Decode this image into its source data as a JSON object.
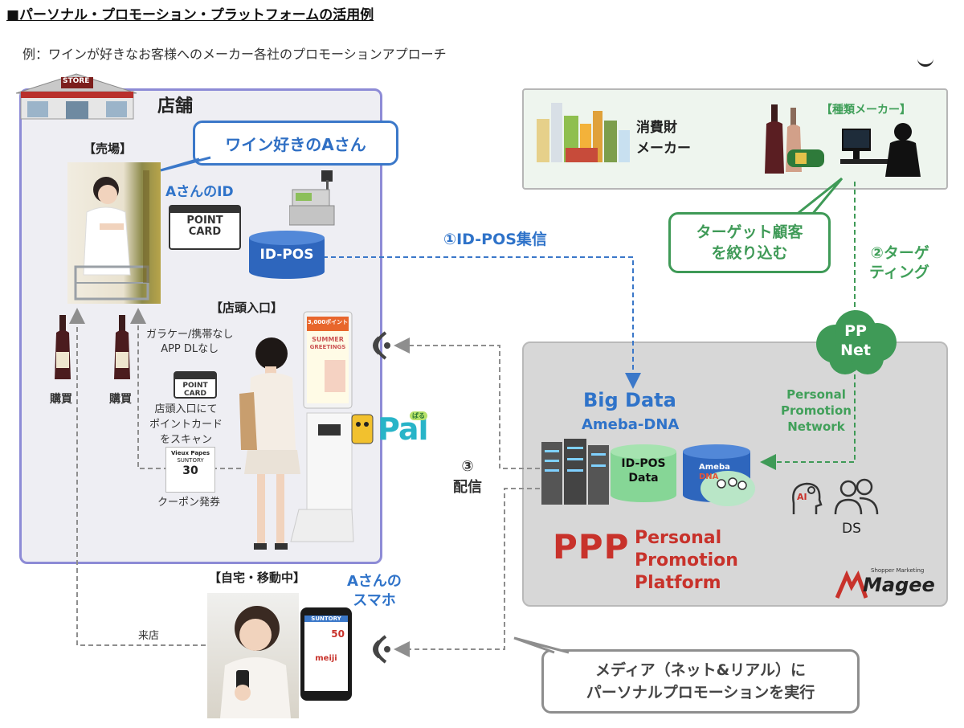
{
  "header": {
    "title": "■パーソナル・プロモーション・プラットフォームの活用例",
    "subtitle": "例：ワインが好きなお客様へのメーカー各社のプロモーションアプローチ"
  },
  "store": {
    "store_sign": "STORE",
    "heading": "店舗",
    "sales_floor": "【売場】",
    "callout": "ワイン好きのAさん",
    "id_label": "AさんのID",
    "point_card": [
      "POINT",
      "CARD"
    ],
    "id_pos": "ID-POS",
    "entrance": "【店頭入口】",
    "no_phone": [
      "ガラケー/携帯なし",
      "APP DLなし"
    ],
    "point_card_small": [
      "POINT",
      "CARD"
    ],
    "scan_text": [
      "店頭入口にて",
      "ポイントカード",
      "をスキャン"
    ],
    "coupon_header": "Vieux Papes",
    "coupon_brand": "SUNTORY",
    "coupon_amount": "30",
    "coupon_label": "クーポン発券",
    "purchase": [
      "購買",
      "購買"
    ],
    "kiosk_banner": "3,000ポイント",
    "kiosk_screen": [
      "SUMMER",
      "GREETINGS"
    ],
    "pal_logo": "Pal",
    "pal_small": "ぱる"
  },
  "flow": {
    "step1": "①ID-POS集信",
    "step2": [
      "②ターゲ",
      "ティング"
    ],
    "step3": [
      "③",
      "配信"
    ],
    "visit": "来店"
  },
  "maker": {
    "consumer_goods": [
      "消費財",
      "メーカー"
    ],
    "wine_maker": "【種類メーカー】",
    "target_bubble": [
      "ターゲット顧客",
      "を絞り込む"
    ],
    "ppnet": [
      "PP",
      "Net"
    ],
    "ppnet_desc": [
      "Personal",
      "Promotion",
      "Network"
    ]
  },
  "ppp": {
    "big_data": "Big Data",
    "ameba_dna": "Ameba-DNA",
    "idpos_data": [
      "ID-POS",
      "Data"
    ],
    "ameba_small": [
      "Ameba",
      "DNA"
    ],
    "ai": "AI",
    "ds": "DS",
    "ppp": "PPP",
    "ppp_full": [
      "Personal",
      "Promotion",
      "Platform"
    ],
    "magee_tag": "Shopper Marketing",
    "magee": "Magee"
  },
  "home": {
    "heading": "【自宅・移動中】",
    "phone_label": [
      "Aさんの",
      "スマホ"
    ],
    "phone_brand1": "SUNTORY",
    "phone_price": "50",
    "phone_brand2": "meiji",
    "media_bubble": [
      "メディア（ネット&リアル）に",
      "パーソナルプロモーションを実行"
    ]
  },
  "colors": {
    "blue": "#2f73c9",
    "green": "#41a05a",
    "red": "#c8322b",
    "store_border": "#8d8bd6"
  }
}
